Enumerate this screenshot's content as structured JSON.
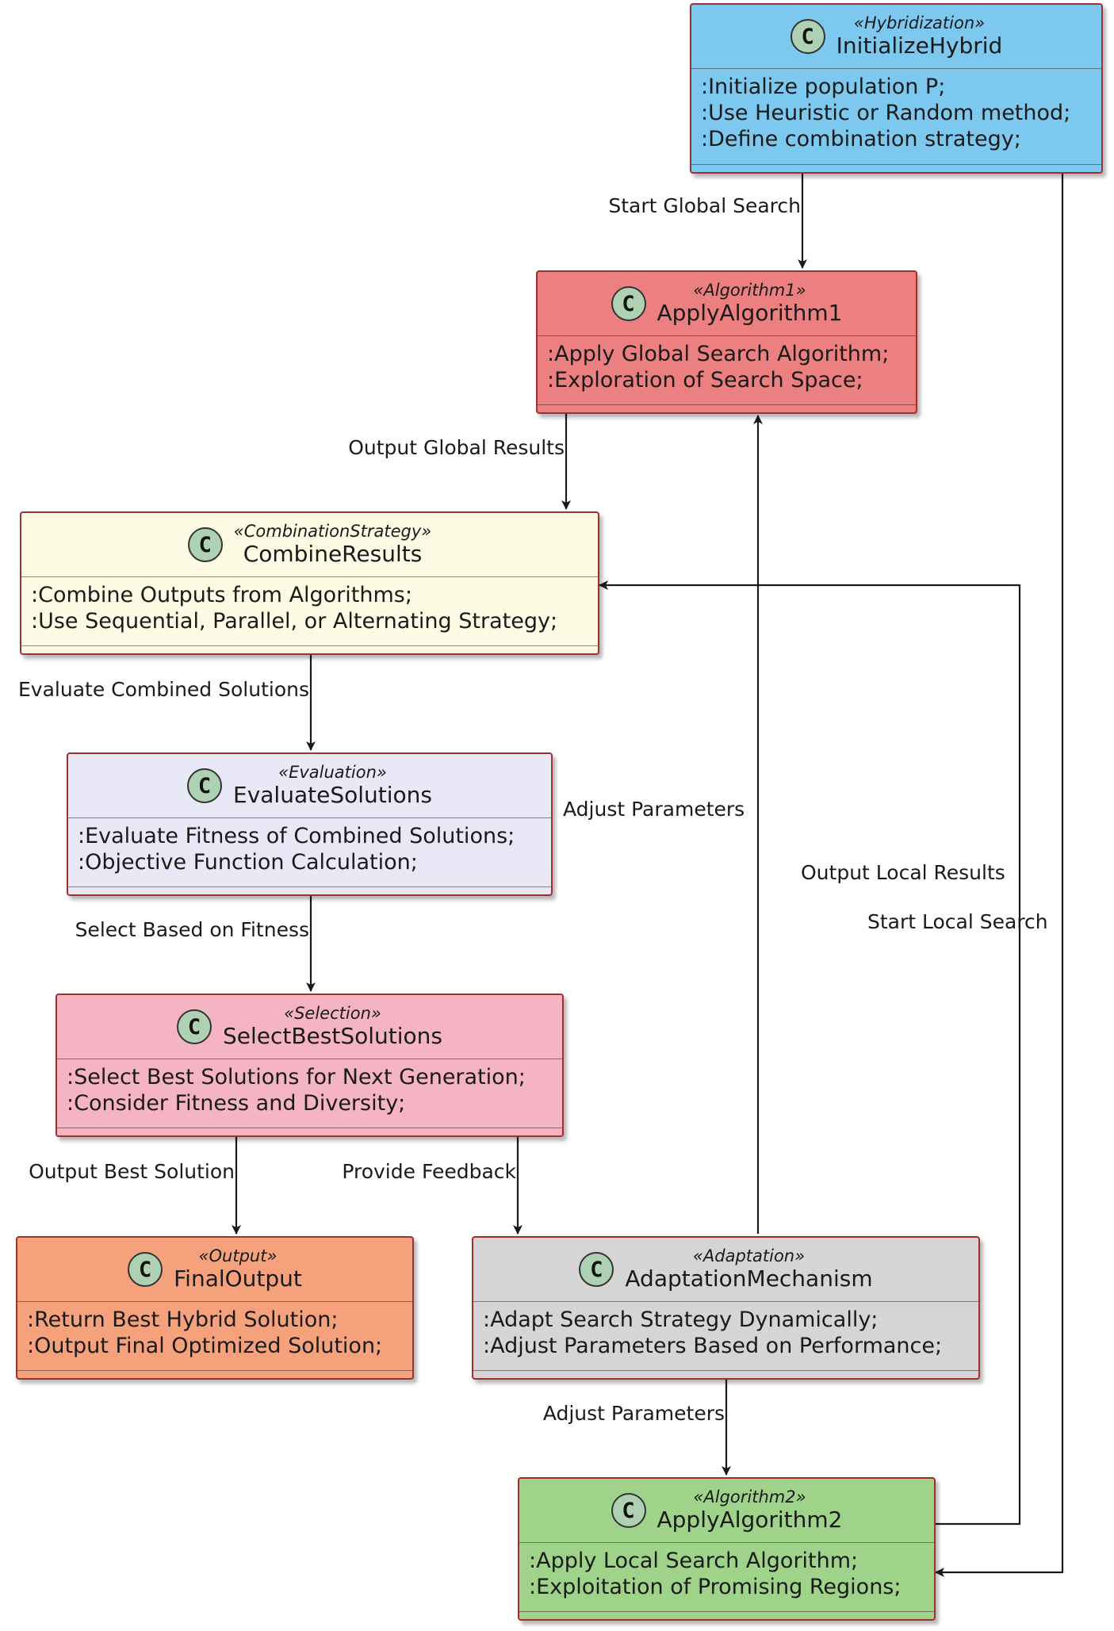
{
  "classes": {
    "initialize": {
      "stereotype": "«Hybridization»",
      "name": "InitializeHybrid",
      "lines": [
        ":Initialize population P;",
        ":Use Heuristic or Random method;",
        ":Define combination strategy;"
      ],
      "color": "#7dc8ef"
    },
    "algorithm1": {
      "stereotype": "«Algorithm1»",
      "name": "ApplyAlgorithm1",
      "lines": [
        ":Apply Global Search Algorithm;",
        ":Exploration of Search Space;"
      ],
      "color": "#ec7f7f"
    },
    "combine": {
      "stereotype": "«CombinationStrategy»",
      "name": "CombineResults",
      "lines": [
        ":Combine Outputs from Algorithms;",
        ":Use Sequential, Parallel, or Alternating Strategy;"
      ],
      "color": "#fdfbe3"
    },
    "evaluate": {
      "stereotype": "«Evaluation»",
      "name": "EvaluateSolutions",
      "lines": [
        ":Evaluate Fitness of Combined Solutions;",
        ":Objective Function Calculation;"
      ],
      "color": "#e9e8f7"
    },
    "select": {
      "stereotype": "«Selection»",
      "name": "SelectBestSolutions",
      "lines": [
        ":Select Best Solutions for Next Generation;",
        ":Consider Fitness and Diversity;"
      ],
      "color": "#f5b4c4"
    },
    "output": {
      "stereotype": "«Output»",
      "name": "FinalOutput",
      "lines": [
        ":Return Best Hybrid Solution;",
        ":Output Final Optimized Solution;"
      ],
      "color": "#f5a27c"
    },
    "adaptation": {
      "stereotype": "«Adaptation»",
      "name": "AdaptationMechanism",
      "lines": [
        ":Adapt Search Strategy Dynamically;",
        ":Adjust Parameters Based on Performance;"
      ],
      "color": "#d5d5d5"
    },
    "algorithm2": {
      "stereotype": "«Algorithm2»",
      "name": "ApplyAlgorithm2",
      "lines": [
        ":Apply Local Search Algorithm;",
        ":Exploitation of Promising Regions;"
      ],
      "color": "#9fd38a"
    }
  },
  "badge_letter": "C",
  "edges": {
    "start_global_search": "Start Global Search",
    "output_global_results": "Output Global Results",
    "evaluate_combined_solutions": "Evaluate Combined Solutions",
    "select_based_on_fitness": "Select Based on Fitness",
    "output_best_solution": "Output Best Solution",
    "provide_feedback": "Provide Feedback",
    "adjust_parameters_up": "Adjust Parameters",
    "adjust_parameters_down": "Adjust Parameters",
    "output_local_results": "Output Local Results",
    "start_local_search": "Start Local Search"
  }
}
